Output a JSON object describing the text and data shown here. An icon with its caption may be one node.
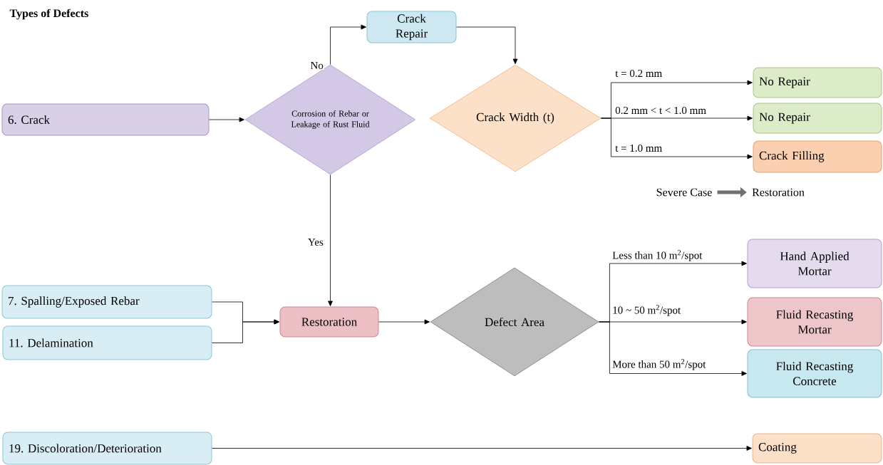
{
  "diagram": {
    "title": "Types of Defects",
    "nodes": [
      {
        "text": [
          "6. Crack"
        ]
      },
      {
        "text": [
          "Corrosion of Rebar or Leakage of Rust Fluid"
        ]
      },
      {
        "text": [
          "Crack Repair"
        ]
      },
      {
        "text": [
          "Crack Width (t)"
        ]
      },
      {
        "text": [
          "No Repair"
        ]
      },
      {
        "text": [
          "No Repair"
        ]
      },
      {
        "text": [
          "Crack Filling"
        ]
      },
      {
        "text": [
          "7. Spalling/Exposed Rebar"
        ]
      },
      {
        "text": [
          "11. Delamination"
        ]
      },
      {
        "text": [
          "Restoration"
        ]
      },
      {
        "text": [
          "Defect Area"
        ]
      },
      {
        "text": [
          "Hand Applied Mortar"
        ]
      },
      {
        "text": [
          "Fluid Recasting Mortar"
        ]
      },
      {
        "text": [
          "Fluid Recasting Concrete"
        ]
      },
      {
        "text": [
          "19. Discoloration/Deterioration"
        ]
      },
      {
        "text": [
          "Coating"
        ]
      },
      {
        "text": [
          "Severe Case"
        ]
      },
      {
        "text": [
          "Restoration"
        ]
      }
    ],
    "edges": [
      {
        "from": 0,
        "to": 1,
        "arrow": "to"
      },
      {
        "from": 1,
        "to": 2,
        "arrow": "to",
        "label": "No"
      },
      {
        "from": 2,
        "to": 3,
        "arrow": "to"
      },
      {
        "from": 3,
        "to": 4,
        "arrow": "to",
        "label": "t = 0.2 mm"
      },
      {
        "from": 3,
        "to": 5,
        "arrow": "to",
        "label": "0.2 mm < t < 1.0 mm"
      },
      {
        "from": 3,
        "to": 6,
        "arrow": "to",
        "label": "t = 1.0 mm"
      },
      {
        "from": 1,
        "to": 9,
        "arrow": "to",
        "label": "Yes"
      },
      {
        "from": 7,
        "to": 9,
        "arrow": "to"
      },
      {
        "from": 8,
        "to": 9,
        "arrow": "to"
      },
      {
        "from": 9,
        "to": 10,
        "arrow": "to"
      },
      {
        "from": 10,
        "to": 11,
        "arrow": "to",
        "label": "Less than 10 m$^{2}$/spot"
      },
      {
        "from": 10,
        "to": 12,
        "arrow": "to",
        "label": "10 ~ 50 m$^{2}$/spot"
      },
      {
        "from": 10,
        "to": 13,
        "arrow": "to",
        "label": "More than 50 m$^{2}$/spot"
      },
      {
        "from": 14,
        "to": 15,
        "arrow": "to"
      },
      {
        "from": 16,
        "to": 17,
        "arrow": "to",
        "style": "thick",
        "color": "#707070"
      }
    ]
  }
}
